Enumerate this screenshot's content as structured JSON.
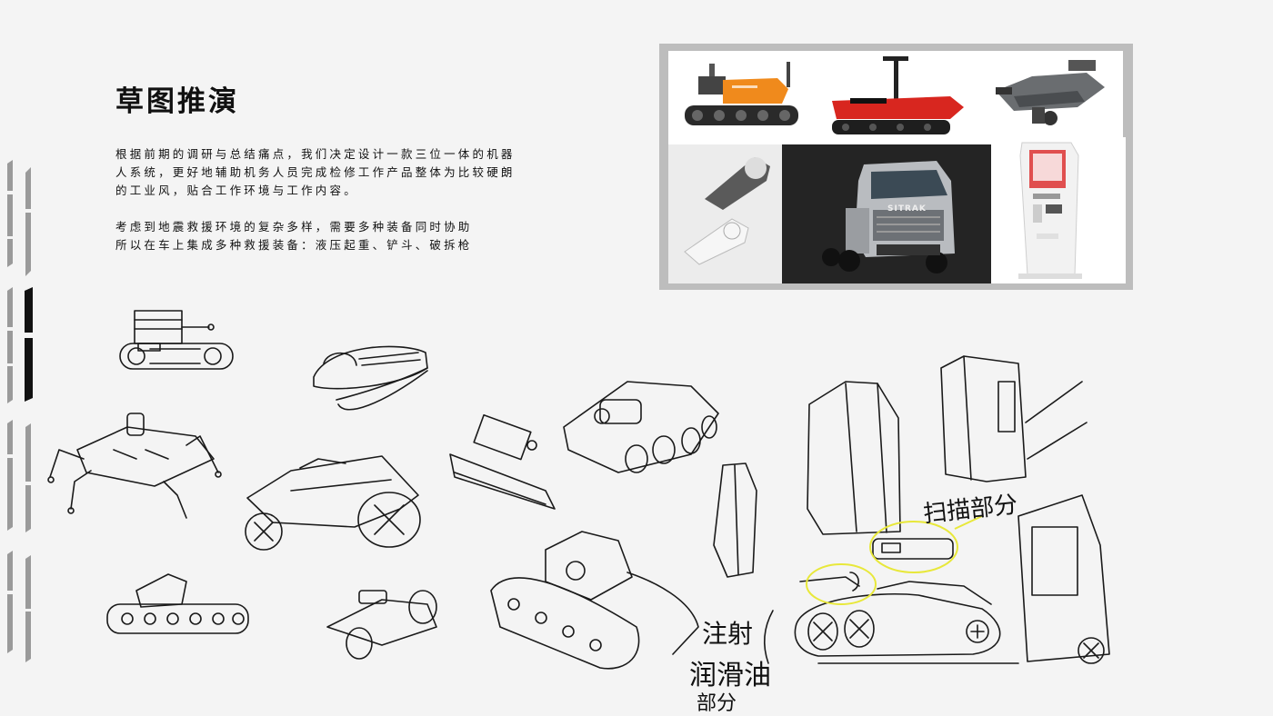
{
  "page": {
    "title": "草图推演",
    "paragraph1": [
      "根据前期的调研与总结痛点，我们决定设计一款三位一体的机器",
      "人系统，更好地辅助机务人员完成检修工作产品整体为比较硬朗",
      "的工业风，贴合工作环境与工作内容。"
    ],
    "paragraph2": [
      "考虑到地震救援环境的复杂多样，需要多种装备同时协助",
      "所以在车上集成多种救援装备：液压起重、铲斗、破拆枪"
    ]
  },
  "collage": {
    "photos": [
      {
        "subject": "orange tracked robot",
        "icon": "tracked-robot-photo"
      },
      {
        "subject": "red tracked vehicle",
        "icon": "tracked-vehicle-photo"
      },
      {
        "subject": "grey drone",
        "icon": "drone-photo"
      },
      {
        "subject": "correction tape",
        "icon": "correction-tape-photo"
      },
      {
        "subject": "silver truck",
        "icon": "truck-photo"
      },
      {
        "subject": "kiosk terminal",
        "icon": "kiosk-photo"
      }
    ],
    "truck_badge": "SITRAK"
  },
  "annotations": {
    "scan": "扫描部分",
    "inject_line1": "注射",
    "inject_line2": "润滑油",
    "inject_line3": "部分"
  },
  "colors": {
    "background": "#f4f4f4",
    "highlight": "#e8e83a",
    "orange": "#f08a1c",
    "red": "#d8261f"
  }
}
